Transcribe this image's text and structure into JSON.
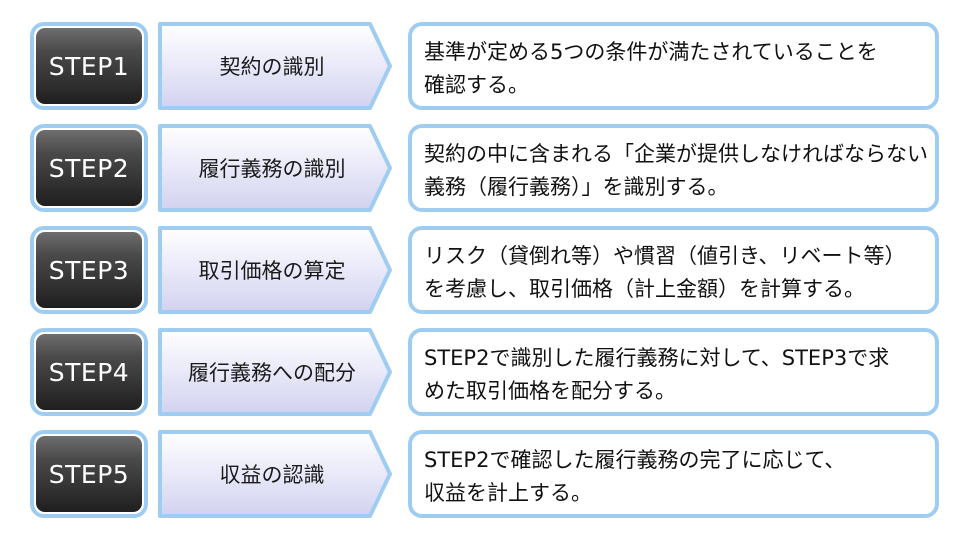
{
  "steps": [
    {
      "label": "STEP1",
      "title": "契約の識別",
      "lines": [
        "基準が定める5つの条件が満たされていることを",
        "確認する。"
      ]
    },
    {
      "label": "STEP2",
      "title": "履行義務の識別",
      "lines": [
        "契約の中に含まれる「企業が提供しなければならない",
        "義務（履行義務）」を識別する。"
      ]
    },
    {
      "label": "STEP3",
      "title": "取引価格の算定",
      "lines": [
        "リスク（貸倒れ等）や慣習（値引き、リベート等）",
        "を考慮し、取引価格（計上金額）を計算する。"
      ]
    },
    {
      "label": "STEP4",
      "title": "履行義務への配分",
      "lines": [
        "STEP2で識別した履行義務に対して、STEP3で求",
        "めた取引価格を配分する。"
      ]
    },
    {
      "label": "STEP5",
      "title": "収益の認識",
      "lines": [
        "STEP2で確認した履行義務の完了に応じて、",
        "収益を計上する。"
      ]
    }
  ],
  "colors": {
    "border": "#9fcdf2",
    "step_dark": "#1f1f1f",
    "arrow_fill_light": "#ffffff",
    "arrow_fill_dark": "#d4d4f0"
  }
}
